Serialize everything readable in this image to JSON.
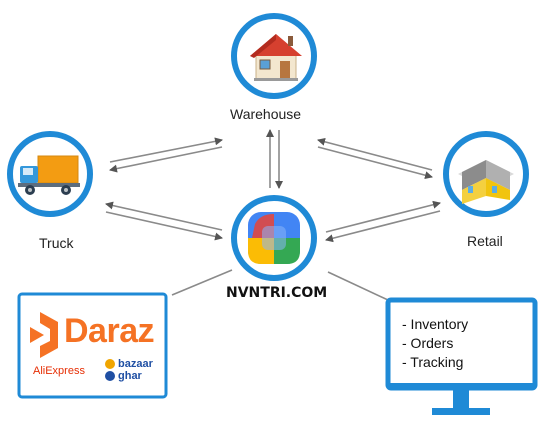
{
  "nodes": {
    "warehouse": "Warehouse",
    "truck": "Truck",
    "retail": "Retail",
    "center": "NVNTRI.COM"
  },
  "marketplace": {
    "brand": "Daraz",
    "partner_1": "AliExpress",
    "partner_2_line1": "bazaar",
    "partner_2_line2": "ghar"
  },
  "monitor": {
    "items": [
      "- Inventory",
      "- Orders",
      "- Tracking"
    ]
  },
  "colors": {
    "ring": "#1f8ad6",
    "arrow": "#888888",
    "daraz": "#f57224",
    "monitor": "#1f8ad6"
  },
  "icons": {
    "warehouse": "house-icon",
    "truck": "truck-icon",
    "retail": "store-icon",
    "center": "app-logo-icon",
    "monitor": "monitor-icon"
  }
}
